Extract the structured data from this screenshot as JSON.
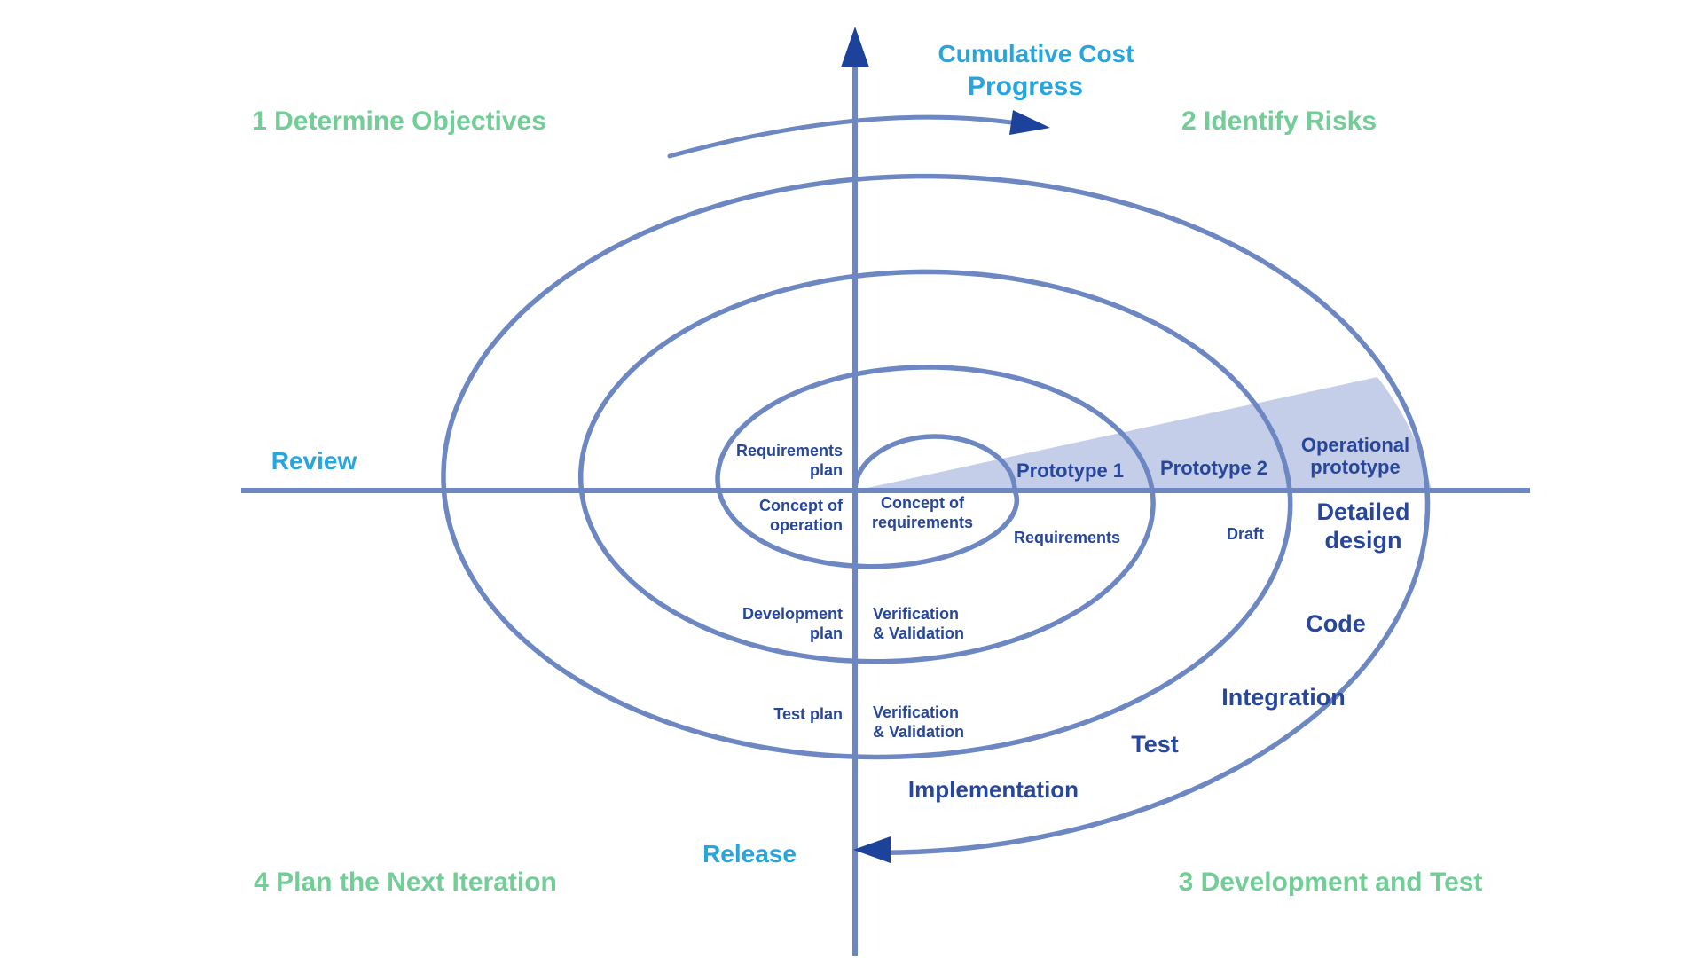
{
  "quadrant_labels": {
    "determine_objectives": "1 Determine Objectives",
    "identify_risks": "2 Identify Risks",
    "development_and_test": "3 Development and Test",
    "plan_next_iteration": "4 Plan the Next Iteration"
  },
  "axis_labels": {
    "cumulative_cost": "Cumulative Cost",
    "progress": "Progress",
    "review": "Review",
    "release": "Release"
  },
  "spiral_labels": {
    "requirements_plan": "Requirements\nplan",
    "concept_of_operation": "Concept of\noperation",
    "concept_of_requirements": "Concept of\nrequirements",
    "requirements": "Requirements",
    "prototype_1": "Prototype 1",
    "prototype_2": "Prototype 2",
    "operational_prototype": "Operational\nprototype",
    "draft": "Draft",
    "detailed_design": "Detailed\ndesign",
    "code": "Code",
    "integration": "Integration",
    "test": "Test",
    "implementation": "Implementation",
    "development_plan": "Development\nplan",
    "verification_validation_1": "Verification\n& Validation",
    "test_plan": "Test plan",
    "verification_validation_2": "Verification\n& Validation"
  },
  "colors": {
    "line_blue": "#6d87c3",
    "arrow_navy": "#1c429b",
    "label_navy": "#27479c",
    "quadrant_green": "#72cd96",
    "axis_cyan": "#27a5de",
    "wedge_fill": "#c5cee8",
    "background": "#ffffff"
  }
}
